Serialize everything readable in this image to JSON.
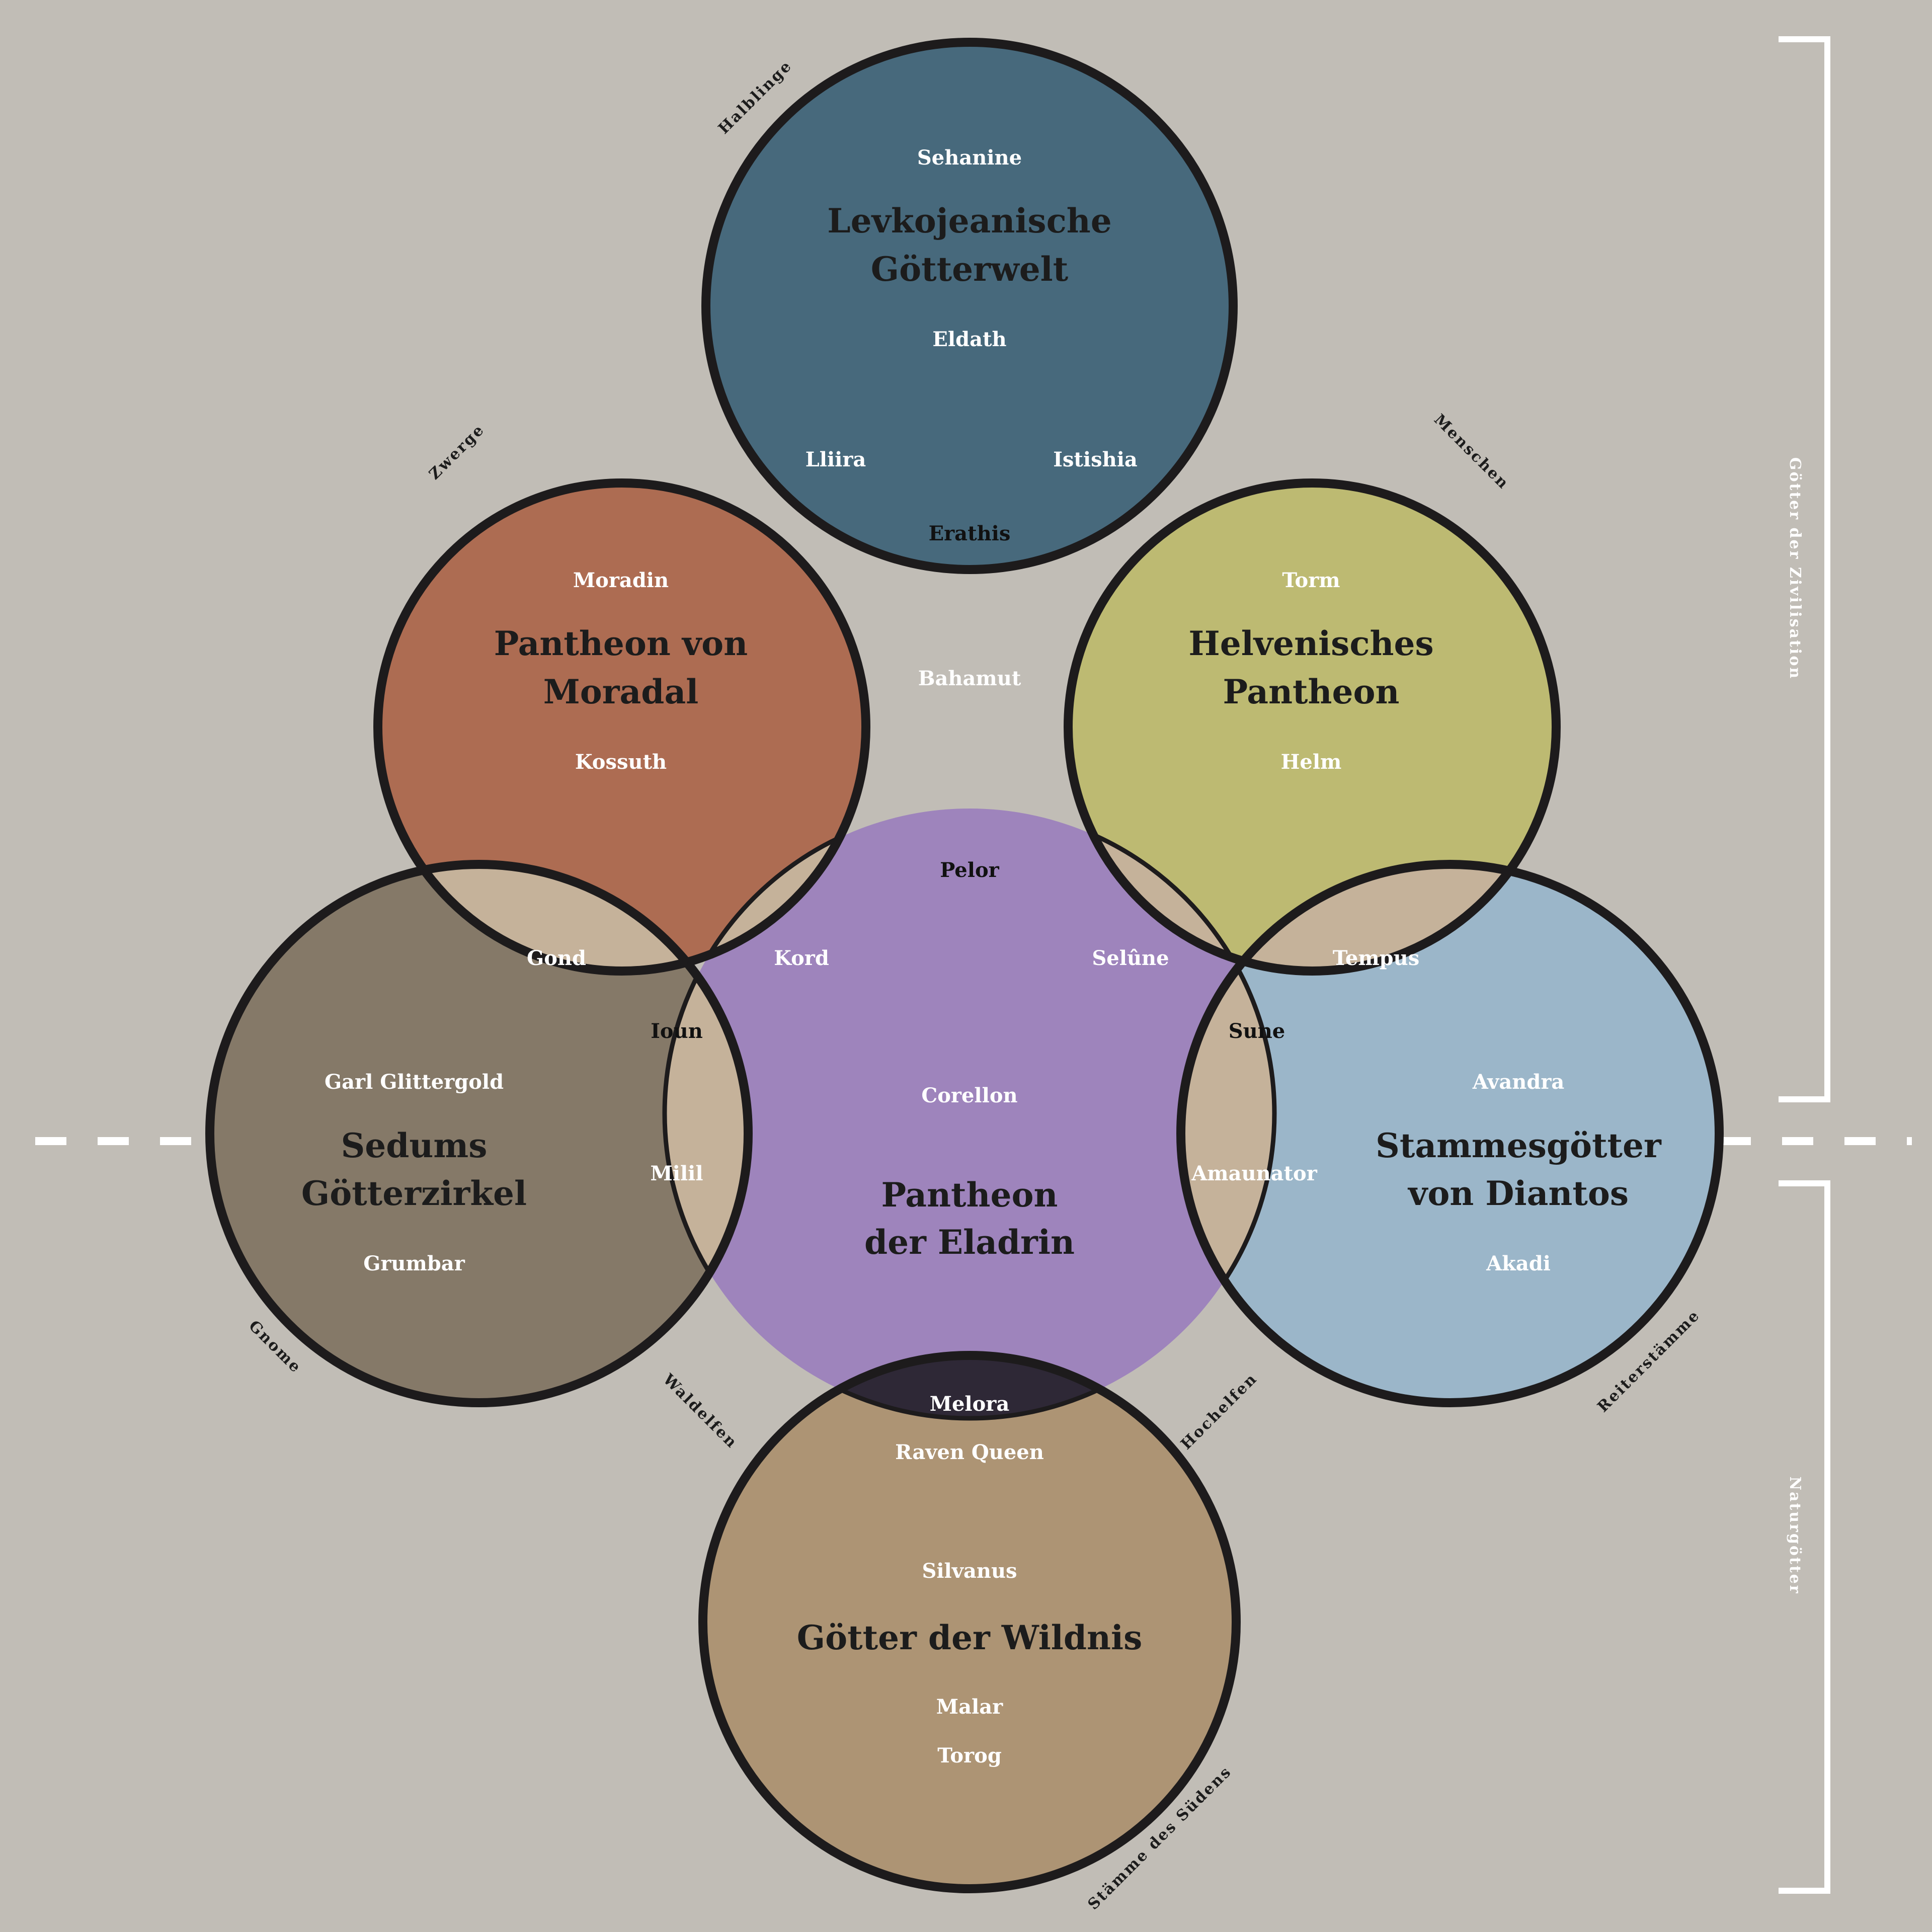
{
  "colors": {
    "background": "#c1bdb6",
    "outline": "#1d1b1c",
    "halblinge": "#47697c",
    "zwerge": "#ad6c52",
    "menschen": "#bdba72",
    "gnome": "#857968",
    "eladrin": "#9e84bc",
    "diantos": "#9bb6c9",
    "wildnis": "#ad9474",
    "overlap_two": "#c5b29a",
    "overlap_three": "#fef1e1",
    "overlap_dark": "#2e2836",
    "white": "#ffffff"
  },
  "pantheons": {
    "levkojeanisch": {
      "title_line1": "Levkojeanische",
      "title_line2": "Götterwelt",
      "deity_top": "Sehanine",
      "deity_bottom": "Eldath"
    },
    "moradal": {
      "title_line1": "Pantheon von",
      "title_line2": "Moradal",
      "deity_top": "Moradin",
      "deity_bottom": "Kossuth"
    },
    "helvenisch": {
      "title_line1": "Helvenisches",
      "title_line2": "Pantheon",
      "deity_top": "Torm",
      "deity_bottom": "Helm"
    },
    "sedum": {
      "title_line1": "Sedums",
      "title_line2": "Götterzirkel",
      "deity_top": "Garl Glittergold",
      "deity_bottom": "Grumbar"
    },
    "eladrin": {
      "title_line1": "Pantheon",
      "title_line2": "der Eladrin",
      "deity_top": "Corellon"
    },
    "diantos": {
      "title_line1": "Stammesgötter",
      "title_line2": "von Diantos",
      "deity_top": "Avandra",
      "deity_bottom": "Akadi"
    },
    "wildnis": {
      "title": "Götter der Wildnis",
      "deity_top": "Silvanus",
      "deity_mid": "Malar",
      "deity_bottom": "Torog"
    }
  },
  "overlaps": {
    "lliira": "Lliira",
    "istishia": "Istishia",
    "erathis": "Erathis",
    "bahamut": "Bahamut",
    "pelor": "Pelor",
    "gond": "Gond",
    "kord": "Kord",
    "selune": "Selûne",
    "tempus": "Tempus",
    "ioun": "Ioun",
    "sune": "Sune",
    "milil": "Milil",
    "amaunator": "Amaunator",
    "melora": "Melora",
    "raven_queen": "Raven Queen"
  },
  "peoples": {
    "halblinge": "Halblinge",
    "zwerge": "Zwerge",
    "menschen": "Menschen",
    "gnome": "Gnome",
    "waldelfen": "Waldelfen",
    "hochelfen": "Hochelfen",
    "reiterstaemme": "Reiterstämme",
    "staemme_sueden": "Stämme des Südens"
  },
  "brackets": {
    "zivilisation": "Götter der Zivilisation",
    "natur": "Naturgötter"
  }
}
